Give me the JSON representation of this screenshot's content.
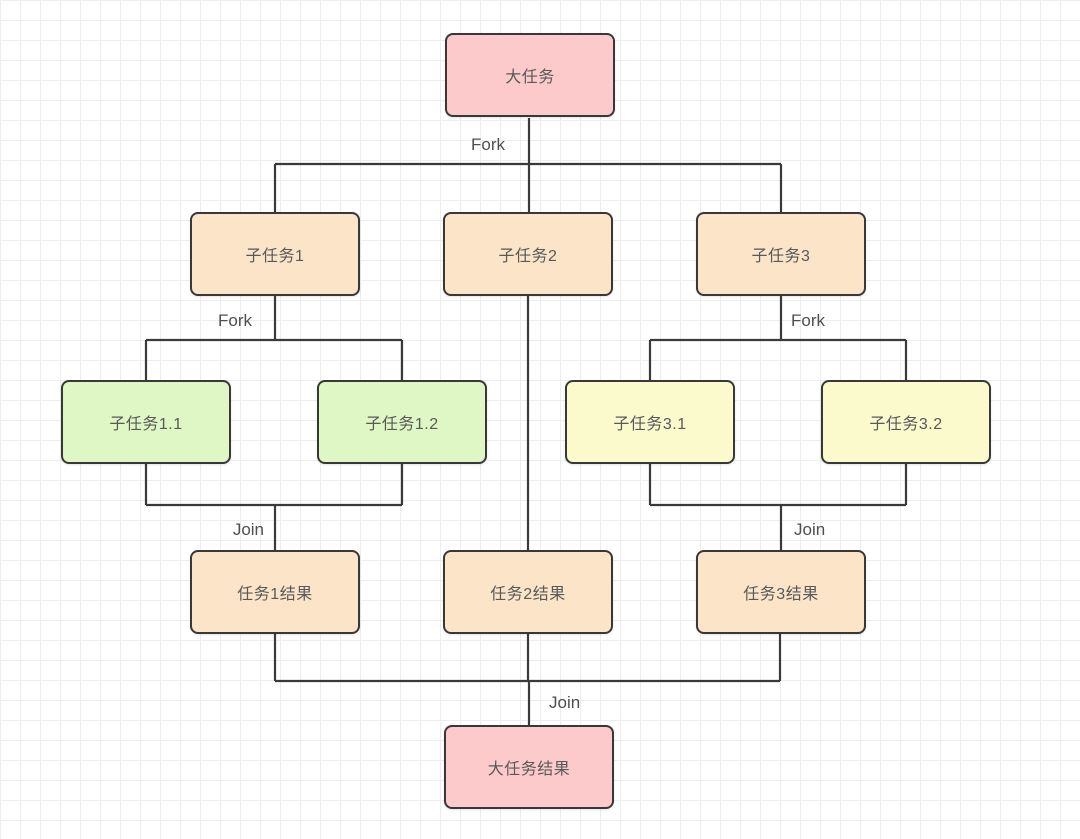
{
  "nodes": {
    "big_task": {
      "label": "大任务",
      "fill": "#fccaca"
    },
    "subtask_1": {
      "label": "子任务1",
      "fill": "#fce4c8"
    },
    "subtask_2": {
      "label": "子任务2",
      "fill": "#fce4c8"
    },
    "subtask_3": {
      "label": "子任务3",
      "fill": "#fce4c8"
    },
    "subtask_1_1": {
      "label": "子任务1.1",
      "fill": "#dff6c5"
    },
    "subtask_1_2": {
      "label": "子任务1.2",
      "fill": "#dff6c5"
    },
    "subtask_3_1": {
      "label": "子任务3.1",
      "fill": "#fafacd"
    },
    "subtask_3_2": {
      "label": "子任务3.2",
      "fill": "#fafacd"
    },
    "result_1": {
      "label": "任务1结果",
      "fill": "#fce4c8"
    },
    "result_2": {
      "label": "任务2结果",
      "fill": "#fce4c8"
    },
    "result_3": {
      "label": "任务3结果",
      "fill": "#fce4c8"
    },
    "big_result": {
      "label": "大任务结果",
      "fill": "#fccaca"
    }
  },
  "edge_labels": {
    "fork_top": "Fork",
    "fork_left": "Fork",
    "fork_right": "Fork",
    "join_left": "Join",
    "join_right": "Join",
    "join_bottom": "Join"
  },
  "colors": {
    "node_border": "#383838",
    "connector": "#3a3a3a",
    "node_text": "#595959",
    "edge_label_text": "#4f4f4f",
    "grid_line": "#ededed",
    "background": "#ffffff"
  }
}
